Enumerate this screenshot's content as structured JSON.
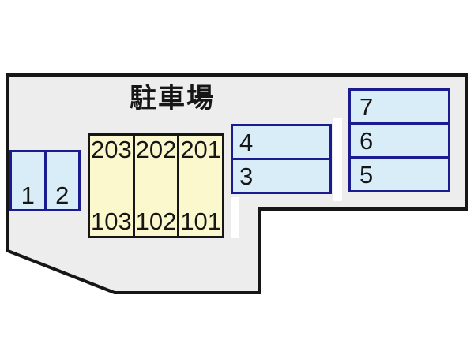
{
  "map": {
    "title": "駐車場",
    "background": "#ffffff"
  },
  "colors": {
    "lot_fill": "#ededed",
    "lot_border": "#161616",
    "space_fill": "#d8edf8",
    "space_border": "#1b1b90",
    "building_fill": "#faf8cc",
    "building_border": "#161616",
    "text": "#161616"
  },
  "spaces": {
    "left_pair": [
      "1",
      "2"
    ],
    "middle_stack": [
      "4",
      "3"
    ],
    "right_stack": [
      "7",
      "6",
      "5"
    ]
  },
  "building": {
    "units_upper": [
      "203",
      "202",
      "201"
    ],
    "units_lower": [
      "103",
      "102",
      "101"
    ]
  }
}
